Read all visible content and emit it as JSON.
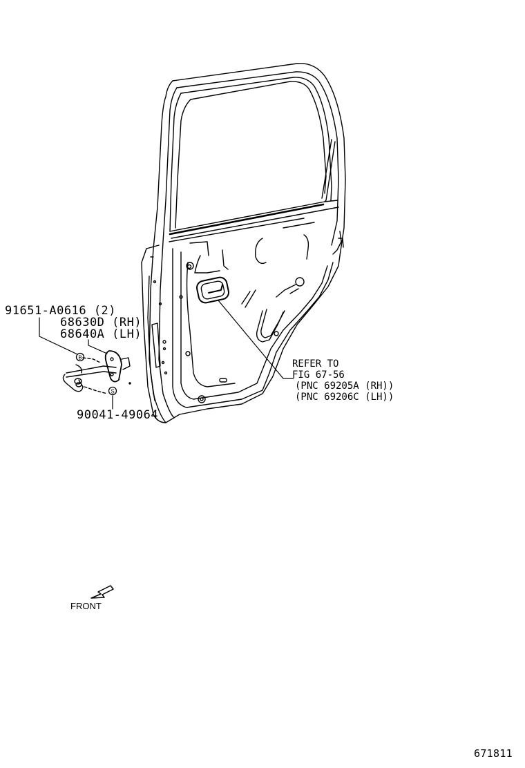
{
  "diagram": {
    "type": "exploded-parts-diagram",
    "subject": "rear door panel with door check and inside handle",
    "stroke_color": "#000000",
    "background_color": "#ffffff"
  },
  "labels": {
    "bolt_part": "91651-A0616 (2)",
    "check_rh": "68630D (RH)",
    "check_lh": "68640A (LH)",
    "screw_part": "90041-49064",
    "refer_line1": "REFER TO",
    "refer_line2": "FIG 67-56",
    "refer_pnc_rh": "(PNC 69205A (RH))",
    "refer_pnc_lh": "(PNC 69206C (LH))",
    "front_label": "FRONT",
    "figure_number": "671811"
  },
  "callout_markers": {
    "bolt_marker": "B",
    "screw_marker": "S"
  },
  "icons": {
    "front_arrow": "arrow-down-left-icon"
  }
}
